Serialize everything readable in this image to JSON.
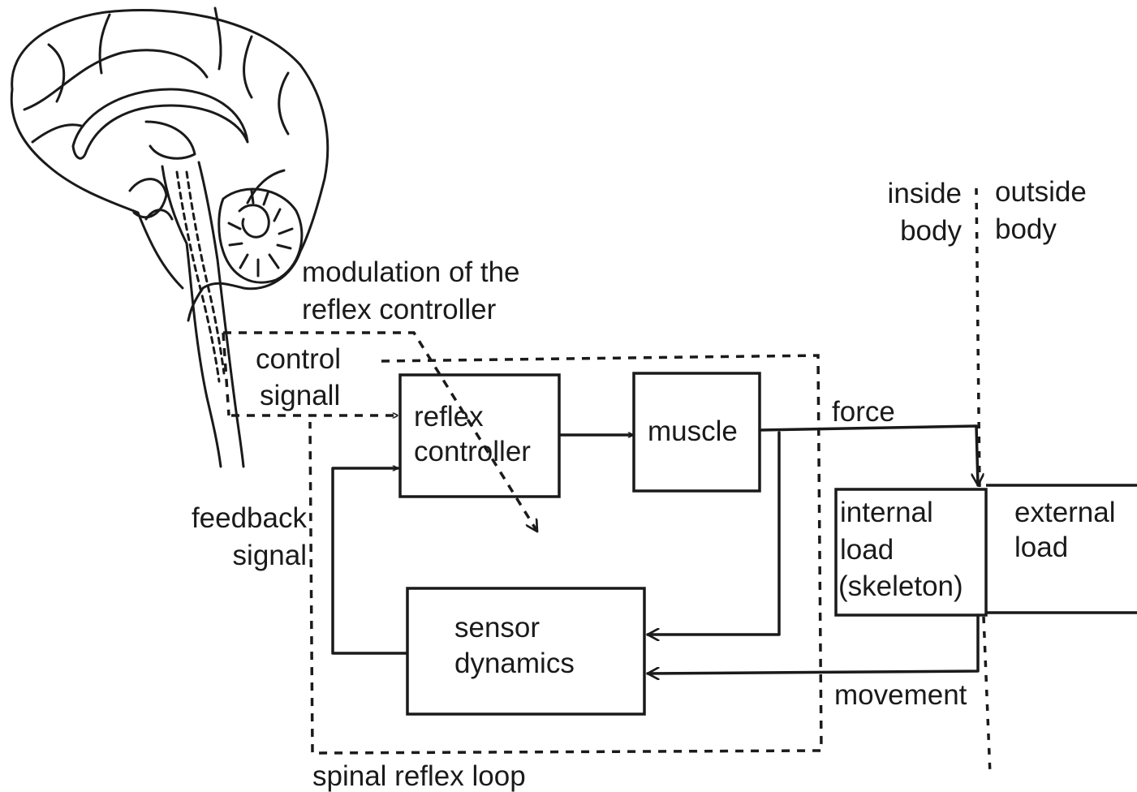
{
  "diagram": {
    "labels": {
      "modulation_line1": "modulation of the",
      "modulation_line2": "reflex controller",
      "control_line1": "control",
      "control_line2": "signall",
      "feedback_line1": "feedback",
      "feedback_line2": "signal",
      "force": "force",
      "movement": "movement",
      "inside_line1": "inside",
      "inside_line2": "body",
      "outside_line1": "outside",
      "outside_line2": "body",
      "spinal_reflex_loop": "spinal reflex loop"
    },
    "blocks": {
      "reflex_controller_line1": "reflex",
      "reflex_controller_line2": "controller",
      "muscle": "muscle",
      "sensor_dynamics_line1": "sensor",
      "sensor_dynamics_line2": "dynamics",
      "internal_load_line1": "internal",
      "internal_load_line2": "load",
      "internal_load_line3": "(skeleton)",
      "external_load_line1": "external",
      "external_load_line2": "load"
    }
  }
}
